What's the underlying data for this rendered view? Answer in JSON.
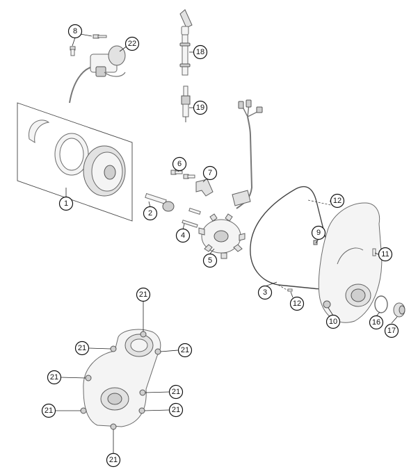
{
  "callouts": [
    {
      "id": "c1",
      "label": "1"
    },
    {
      "id": "c2",
      "label": "2"
    },
    {
      "id": "c3",
      "label": "3"
    },
    {
      "id": "c4",
      "label": "4"
    },
    {
      "id": "c5",
      "label": "5"
    },
    {
      "id": "c6",
      "label": "6"
    },
    {
      "id": "c7",
      "label": "7"
    },
    {
      "id": "c8",
      "label": "8"
    },
    {
      "id": "c9",
      "label": "9"
    },
    {
      "id": "c10",
      "label": "10"
    },
    {
      "id": "c11",
      "label": "11"
    },
    {
      "id": "c12a",
      "label": "12"
    },
    {
      "id": "c12b",
      "label": "12"
    },
    {
      "id": "c16",
      "label": "16"
    },
    {
      "id": "c17",
      "label": "17"
    },
    {
      "id": "c18",
      "label": "18"
    },
    {
      "id": "c19",
      "label": "19"
    },
    {
      "id": "c22",
      "label": "22"
    },
    {
      "id": "c21a",
      "label": "21"
    },
    {
      "id": "c21b",
      "label": "21"
    },
    {
      "id": "c21c",
      "label": "21"
    },
    {
      "id": "c21d",
      "label": "21"
    },
    {
      "id": "c21e",
      "label": "21"
    },
    {
      "id": "c21f",
      "label": "21"
    },
    {
      "id": "c21g",
      "label": "21"
    },
    {
      "id": "c21h",
      "label": "21"
    }
  ]
}
